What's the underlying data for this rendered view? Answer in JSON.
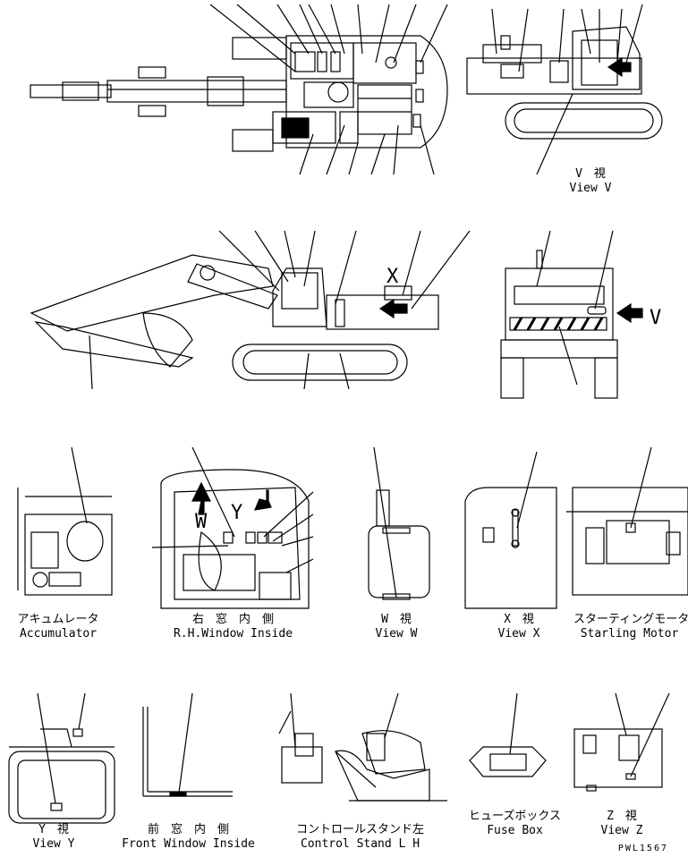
{
  "views": {
    "view_v": {
      "jp": "V　視",
      "en": "View V"
    },
    "accumulator": {
      "jp": "アキュムレータ",
      "en": "Accumulator"
    },
    "rh_window": {
      "jp": "右　窓　内　側",
      "en": "R.H.Window Inside"
    },
    "view_w": {
      "jp": "W　視",
      "en": "View W"
    },
    "view_x": {
      "jp": "X　視",
      "en": "View X"
    },
    "starting_motor": {
      "jp": "スターティングモータ",
      "en": "Starling Motor"
    },
    "view_y": {
      "jp": "Y　視",
      "en": "View Y"
    },
    "front_window": {
      "jp": "前　窓　内　側",
      "en": "Front Window Inside"
    },
    "control_stand": {
      "jp": "コントロールスタンド左",
      "en": "Control Stand L H"
    },
    "fuse_box": {
      "jp": "ヒューズボックス",
      "en": "Fuse Box"
    },
    "view_z": {
      "jp": "Z　視",
      "en": "View Z"
    }
  },
  "markers": {
    "v": "V",
    "x": "X",
    "w": "W",
    "y": "Y"
  },
  "drawing_code": "PWL1567"
}
